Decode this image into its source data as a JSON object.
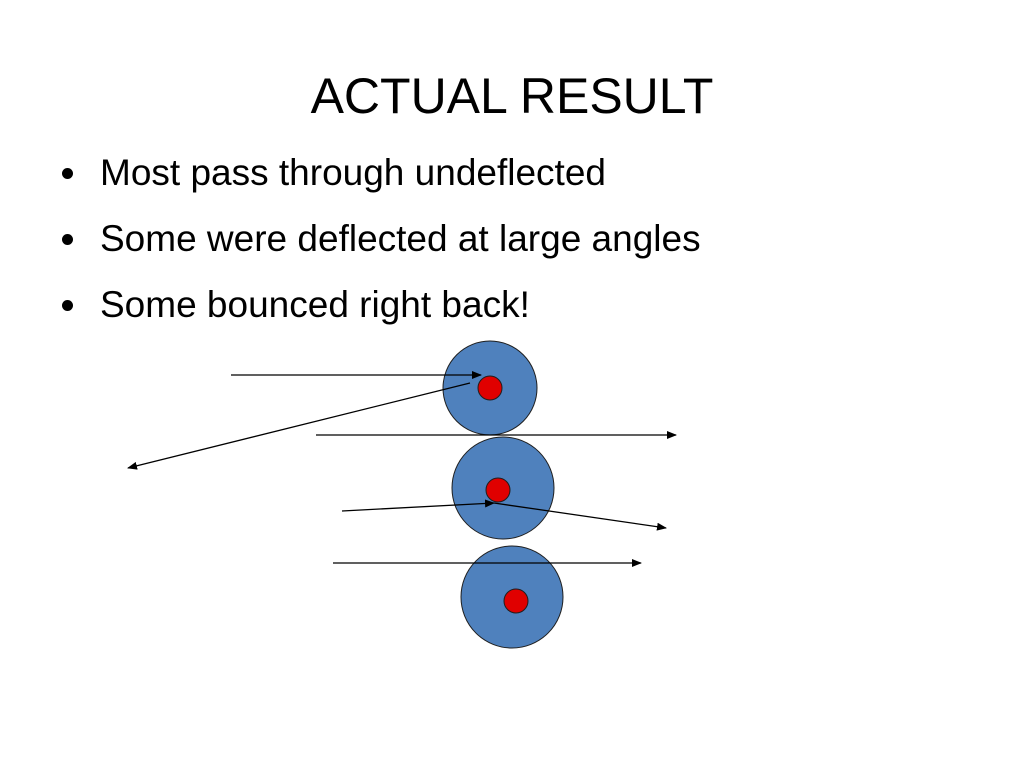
{
  "slide": {
    "title": "ACTUAL RESULT",
    "bullets": [
      "Most pass through undeflected",
      "Some were deflected at large angles",
      "Some bounced right back!"
    ]
  },
  "diagram": {
    "colors": {
      "atom_fill": "#4f81bd",
      "atom_stroke": "#1f1f1f",
      "nucleus_fill": "#e00000",
      "arrow": "#000000"
    },
    "atoms": 3,
    "arrows": [
      "incoming-to-top-nucleus",
      "bounced-back",
      "pass-through-upper",
      "incoming-to-middle-nucleus",
      "deflected-from-middle",
      "pass-through-lower"
    ]
  }
}
